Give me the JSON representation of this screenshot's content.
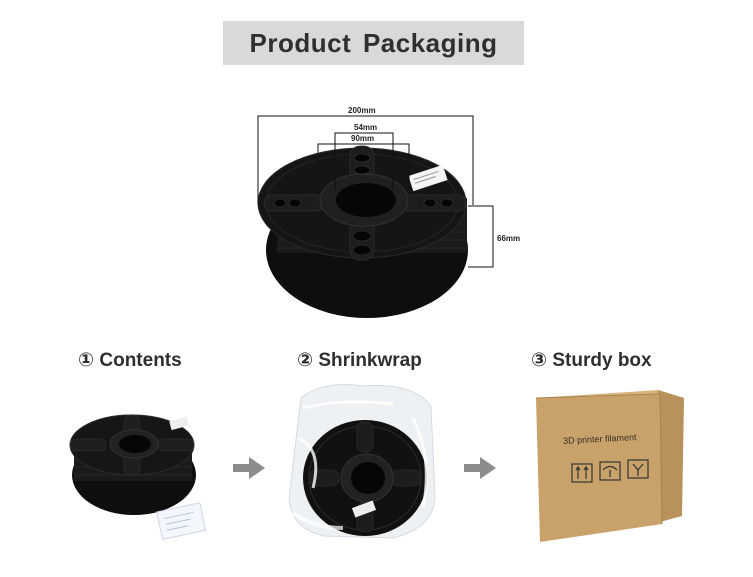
{
  "title": "Product Packaging",
  "dimensions": {
    "outer_diameter": "200mm",
    "inner_54": "54mm",
    "inner_90": "90mm",
    "width": "66mm"
  },
  "steps": [
    {
      "label": "① Contents"
    },
    {
      "label": "② Shrinkwrap"
    },
    {
      "label": "③ Sturdy box"
    }
  ],
  "box_print": "3D printer filament",
  "colors": {
    "title_bg": "#d9d9d9",
    "spool": "#141414",
    "box": "#c9a26b",
    "arrow": "#8c8c8c"
  }
}
